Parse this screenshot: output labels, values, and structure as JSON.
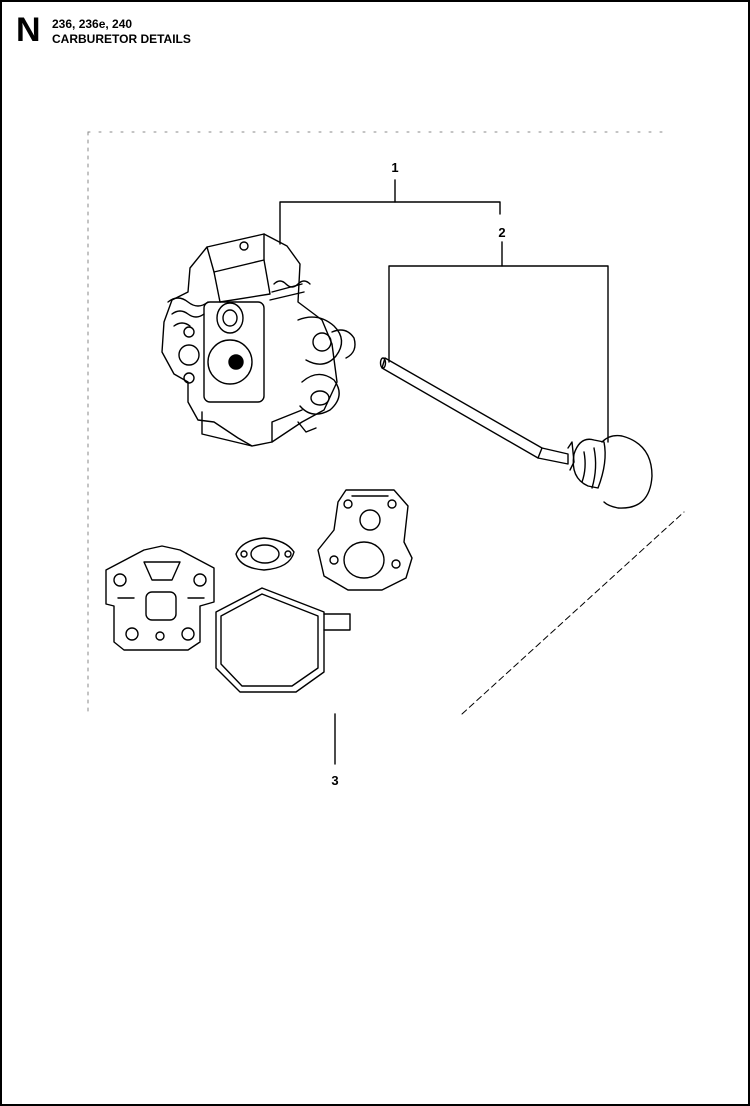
{
  "header": {
    "section_letter": "N",
    "models": "236, 236e, 240",
    "title": "CARBURETOR DETAILS"
  },
  "callouts": [
    {
      "number": "1",
      "part": "carburetor"
    },
    {
      "number": "2",
      "part": "primer-bulb"
    },
    {
      "number": "3",
      "part": "gasket-kit"
    }
  ]
}
